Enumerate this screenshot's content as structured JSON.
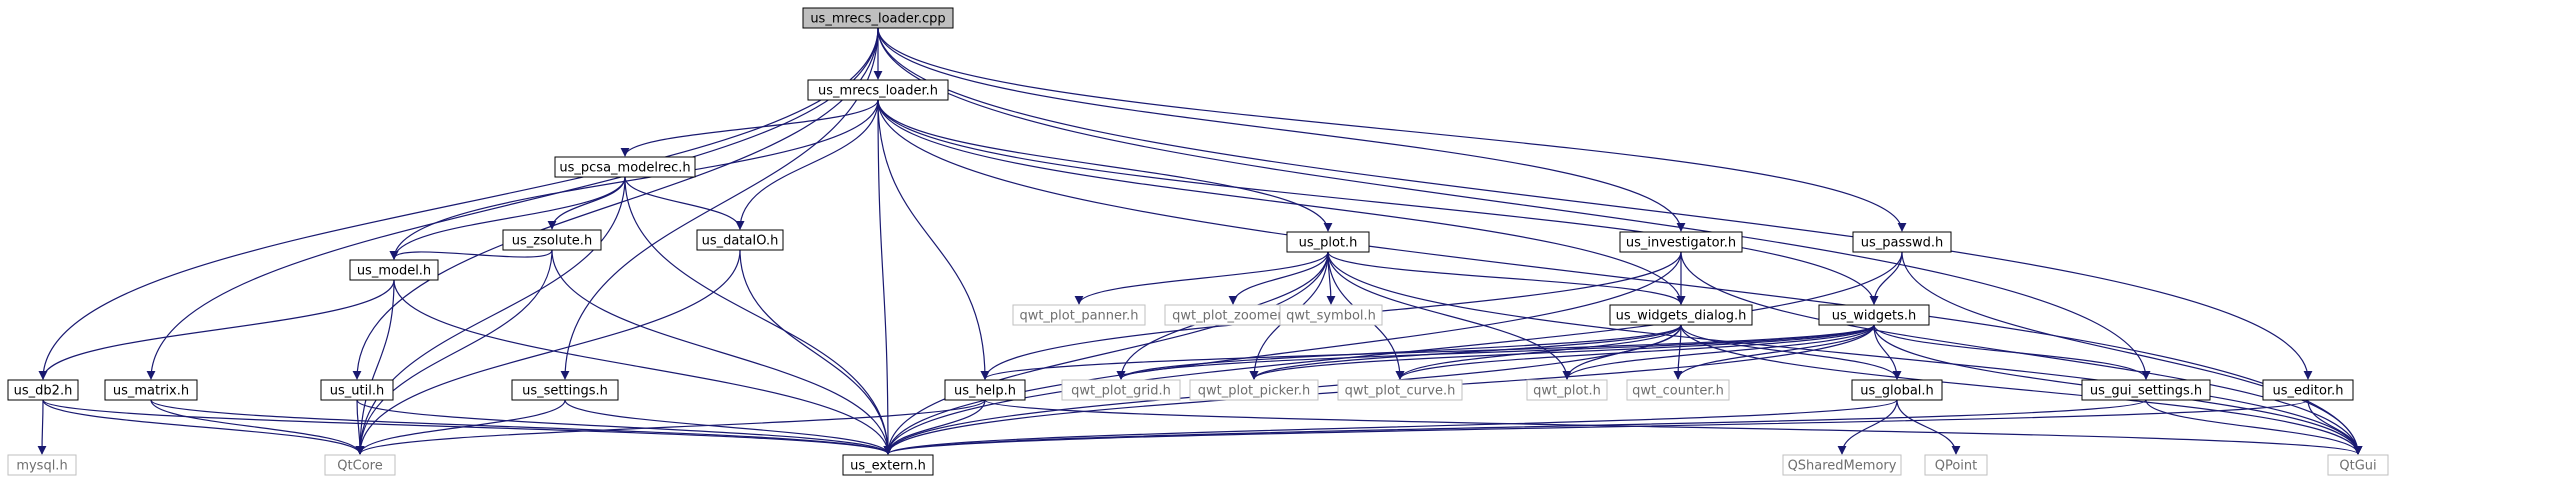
{
  "graph": {
    "colors": {
      "edge": "#191970",
      "node_border": "#000000",
      "external_border": "#bfbfbf",
      "root_fill": "#bfbfbf",
      "text": "#000000",
      "external_text": "#6f6f6f"
    },
    "nodes": [
      {
        "id": "us_mrecs_loader_cpp",
        "label": "us_mrecs_loader.cpp",
        "kind": "root"
      },
      {
        "id": "us_mrecs_loader_h",
        "label": "us_mrecs_loader.h",
        "kind": "file"
      },
      {
        "id": "us_pcsa_modelrec_h",
        "label": "us_pcsa_modelrec.h",
        "kind": "file"
      },
      {
        "id": "us_zsolute_h",
        "label": "us_zsolute.h",
        "kind": "file"
      },
      {
        "id": "us_dataio_h",
        "label": "us_dataIO.h",
        "kind": "file"
      },
      {
        "id": "us_model_h",
        "label": "us_model.h",
        "kind": "file"
      },
      {
        "id": "us_plot_h",
        "label": "us_plot.h",
        "kind": "file"
      },
      {
        "id": "us_investigator_h",
        "label": "us_investigator.h",
        "kind": "file"
      },
      {
        "id": "us_passwd_h",
        "label": "us_passwd.h",
        "kind": "file"
      },
      {
        "id": "us_widgets_dialog_h",
        "label": "us_widgets_dialog.h",
        "kind": "file"
      },
      {
        "id": "us_widgets_h",
        "label": "us_widgets.h",
        "kind": "file"
      },
      {
        "id": "us_db2_h",
        "label": "us_db2.h",
        "kind": "file"
      },
      {
        "id": "us_matrix_h",
        "label": "us_matrix.h",
        "kind": "file"
      },
      {
        "id": "us_util_h",
        "label": "us_util.h",
        "kind": "file"
      },
      {
        "id": "us_settings_h",
        "label": "us_settings.h",
        "kind": "file"
      },
      {
        "id": "us_help_h",
        "label": "us_help.h",
        "kind": "file"
      },
      {
        "id": "us_global_h",
        "label": "us_global.h",
        "kind": "file"
      },
      {
        "id": "us_gui_settings_h",
        "label": "us_gui_settings.h",
        "kind": "file"
      },
      {
        "id": "us_editor_h",
        "label": "us_editor.h",
        "kind": "file"
      },
      {
        "id": "us_extern_h",
        "label": "us_extern.h",
        "kind": "file"
      },
      {
        "id": "qwt_plot_panner_h",
        "label": "qwt_plot_panner.h",
        "kind": "external"
      },
      {
        "id": "qwt_plot_zoomer_h",
        "label": "qwt_plot_zoomer.h",
        "kind": "external"
      },
      {
        "id": "qwt_symbol_h",
        "label": "qwt_symbol.h",
        "kind": "external"
      },
      {
        "id": "qwt_plot_grid_h",
        "label": "qwt_plot_grid.h",
        "kind": "external"
      },
      {
        "id": "qwt_plot_picker_h",
        "label": "qwt_plot_picker.h",
        "kind": "external"
      },
      {
        "id": "qwt_plot_curve_h",
        "label": "qwt_plot_curve.h",
        "kind": "external"
      },
      {
        "id": "qwt_plot_h",
        "label": "qwt_plot.h",
        "kind": "external"
      },
      {
        "id": "qwt_counter_h",
        "label": "qwt_counter.h",
        "kind": "external"
      },
      {
        "id": "mysql_h",
        "label": "mysql.h",
        "kind": "external"
      },
      {
        "id": "qtcore",
        "label": "QtCore",
        "kind": "external"
      },
      {
        "id": "qsharedmemory",
        "label": "QSharedMemory",
        "kind": "external"
      },
      {
        "id": "qpoint",
        "label": "QPoint",
        "kind": "external"
      },
      {
        "id": "qtgui",
        "label": "QtGui",
        "kind": "external"
      }
    ],
    "edges": [
      [
        "us_mrecs_loader_cpp",
        "us_mrecs_loader_h"
      ],
      [
        "us_mrecs_loader_cpp",
        "us_db2_h"
      ],
      [
        "us_mrecs_loader_cpp",
        "us_matrix_h"
      ],
      [
        "us_mrecs_loader_cpp",
        "us_util_h"
      ],
      [
        "us_mrecs_loader_cpp",
        "us_settings_h"
      ],
      [
        "us_mrecs_loader_cpp",
        "us_investigator_h"
      ],
      [
        "us_mrecs_loader_cpp",
        "us_passwd_h"
      ],
      [
        "us_mrecs_loader_cpp",
        "us_gui_settings_h"
      ],
      [
        "us_mrecs_loader_cpp",
        "us_editor_h"
      ],
      [
        "us_mrecs_loader_h",
        "us_pcsa_modelrec_h"
      ],
      [
        "us_mrecs_loader_h",
        "us_model_h"
      ],
      [
        "us_mrecs_loader_h",
        "us_dataio_h"
      ],
      [
        "us_mrecs_loader_h",
        "us_help_h"
      ],
      [
        "us_mrecs_loader_h",
        "us_extern_h"
      ],
      [
        "us_mrecs_loader_h",
        "us_plot_h"
      ],
      [
        "us_mrecs_loader_h",
        "us_widgets_dialog_h"
      ],
      [
        "us_mrecs_loader_h",
        "us_widgets_h"
      ],
      [
        "us_mrecs_loader_h",
        "qtgui"
      ],
      [
        "us_pcsa_modelrec_h",
        "us_zsolute_h"
      ],
      [
        "us_pcsa_modelrec_h",
        "us_dataio_h"
      ],
      [
        "us_pcsa_modelrec_h",
        "us_model_h"
      ],
      [
        "us_pcsa_modelrec_h",
        "qtcore"
      ],
      [
        "us_pcsa_modelrec_h",
        "us_extern_h"
      ],
      [
        "us_zsolute_h",
        "us_model_h"
      ],
      [
        "us_zsolute_h",
        "qtcore"
      ],
      [
        "us_zsolute_h",
        "us_extern_h"
      ],
      [
        "us_dataio_h",
        "qtcore"
      ],
      [
        "us_dataio_h",
        "us_extern_h"
      ],
      [
        "us_model_h",
        "us_db2_h"
      ],
      [
        "us_model_h",
        "qtcore"
      ],
      [
        "us_model_h",
        "us_extern_h"
      ],
      [
        "us_plot_h",
        "qwt_plot_panner_h"
      ],
      [
        "us_plot_h",
        "qwt_plot_zoomer_h"
      ],
      [
        "us_plot_h",
        "qwt_symbol_h"
      ],
      [
        "us_plot_h",
        "qwt_plot_grid_h"
      ],
      [
        "us_plot_h",
        "qwt_plot_picker_h"
      ],
      [
        "us_plot_h",
        "qwt_plot_curve_h"
      ],
      [
        "us_plot_h",
        "qwt_plot_h"
      ],
      [
        "us_plot_h",
        "us_widgets_dialog_h"
      ],
      [
        "us_plot_h",
        "us_extern_h"
      ],
      [
        "us_plot_h",
        "qtgui"
      ],
      [
        "us_investigator_h",
        "us_widgets_dialog_h"
      ],
      [
        "us_investigator_h",
        "us_help_h"
      ],
      [
        "us_investigator_h",
        "us_extern_h"
      ],
      [
        "us_investigator_h",
        "qtgui"
      ],
      [
        "us_passwd_h",
        "us_widgets_h"
      ],
      [
        "us_passwd_h",
        "us_extern_h"
      ],
      [
        "us_passwd_h",
        "qtgui"
      ],
      [
        "us_widgets_dialog_h",
        "qwt_plot_grid_h"
      ],
      [
        "us_widgets_dialog_h",
        "qwt_plot_picker_h"
      ],
      [
        "us_widgets_dialog_h",
        "qwt_plot_curve_h"
      ],
      [
        "us_widgets_dialog_h",
        "qwt_plot_h"
      ],
      [
        "us_widgets_dialog_h",
        "qwt_counter_h"
      ],
      [
        "us_widgets_dialog_h",
        "us_global_h"
      ],
      [
        "us_widgets_dialog_h",
        "us_extern_h"
      ],
      [
        "us_widgets_dialog_h",
        "qtgui"
      ],
      [
        "us_widgets_h",
        "us_help_h"
      ],
      [
        "us_widgets_h",
        "qwt_plot_grid_h"
      ],
      [
        "us_widgets_h",
        "qwt_plot_picker_h"
      ],
      [
        "us_widgets_h",
        "qwt_plot_curve_h"
      ],
      [
        "us_widgets_h",
        "qwt_plot_h"
      ],
      [
        "us_widgets_h",
        "qwt_counter_h"
      ],
      [
        "us_widgets_h",
        "us_global_h"
      ],
      [
        "us_widgets_h",
        "us_gui_settings_h"
      ],
      [
        "us_widgets_h",
        "us_extern_h"
      ],
      [
        "us_widgets_h",
        "qtgui"
      ],
      [
        "us_db2_h",
        "mysql_h"
      ],
      [
        "us_db2_h",
        "qtcore"
      ],
      [
        "us_db2_h",
        "us_extern_h"
      ],
      [
        "us_matrix_h",
        "qtcore"
      ],
      [
        "us_matrix_h",
        "us_extern_h"
      ],
      [
        "us_util_h",
        "qtcore"
      ],
      [
        "us_util_h",
        "us_extern_h"
      ],
      [
        "us_settings_h",
        "qtcore"
      ],
      [
        "us_settings_h",
        "us_extern_h"
      ],
      [
        "us_help_h",
        "qtcore"
      ],
      [
        "us_help_h",
        "us_extern_h"
      ],
      [
        "us_help_h",
        "qtgui"
      ],
      [
        "us_global_h",
        "us_extern_h"
      ],
      [
        "us_global_h",
        "qsharedmemory"
      ],
      [
        "us_global_h",
        "qpoint"
      ],
      [
        "us_gui_settings_h",
        "us_extern_h"
      ],
      [
        "us_gui_settings_h",
        "qtgui"
      ],
      [
        "us_editor_h",
        "us_extern_h"
      ],
      [
        "us_editor_h",
        "qtgui"
      ]
    ]
  }
}
